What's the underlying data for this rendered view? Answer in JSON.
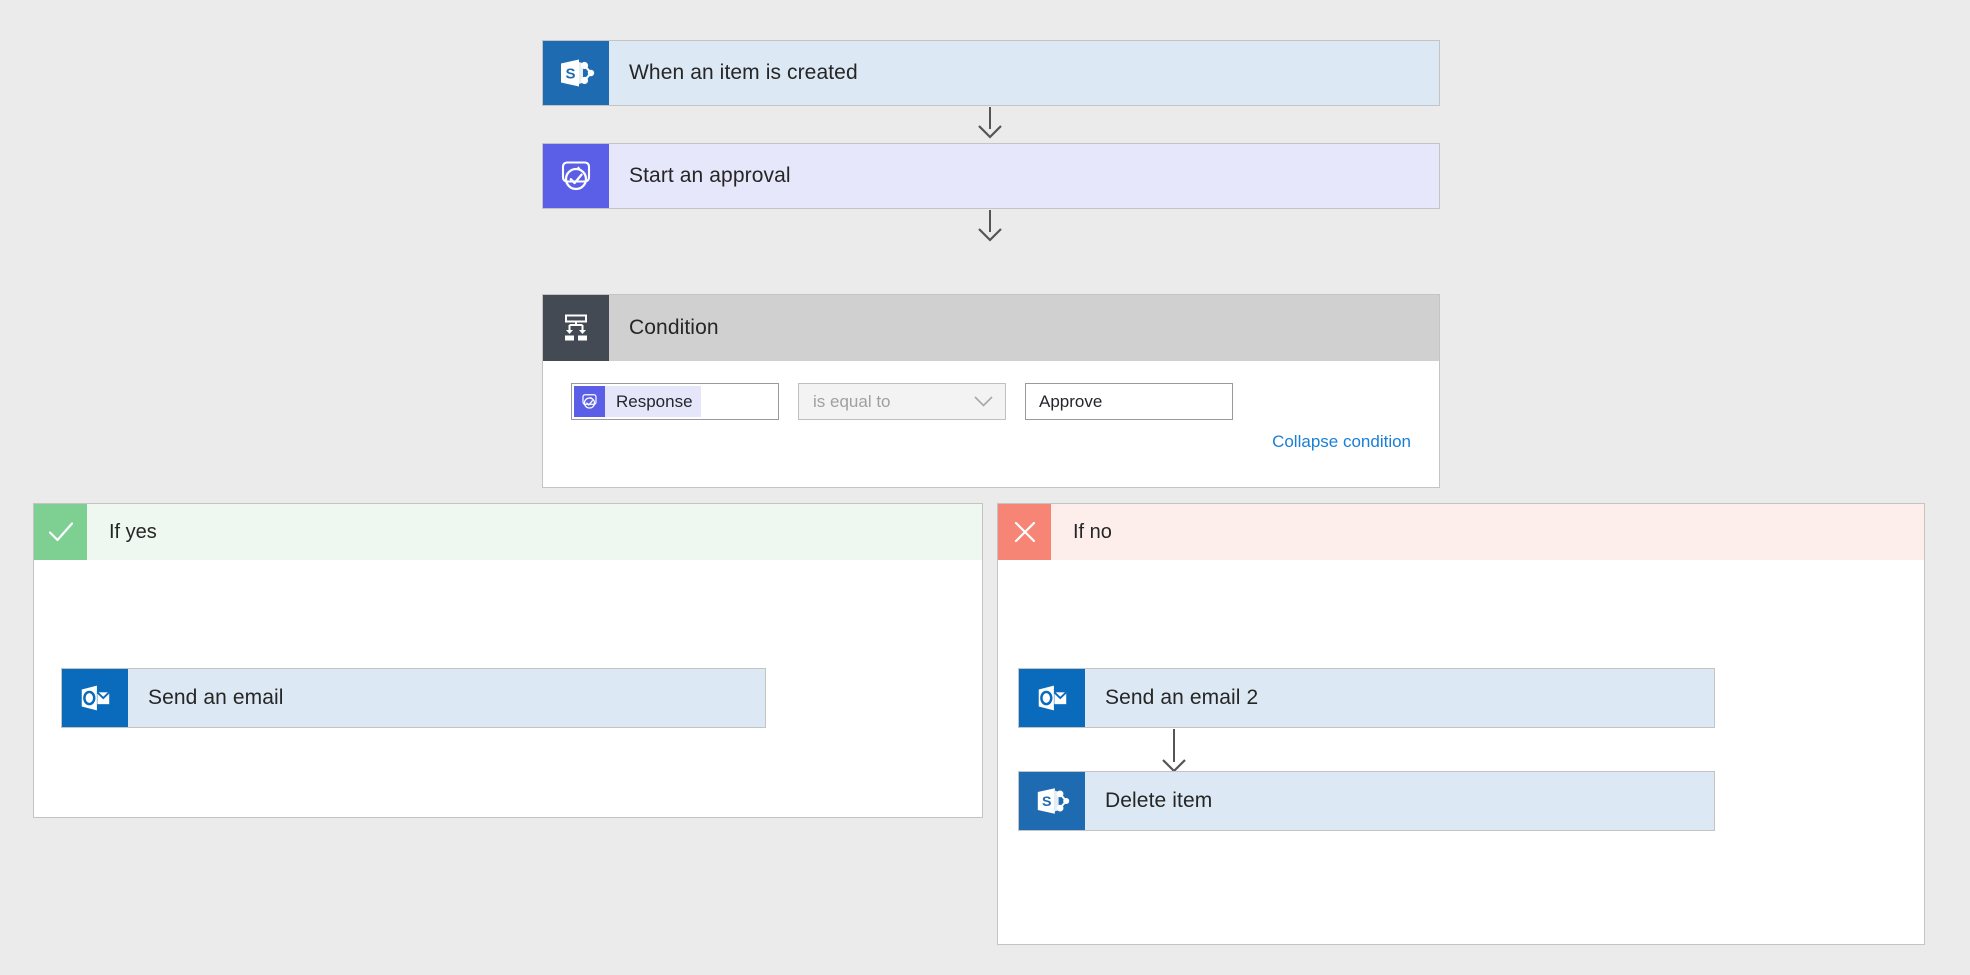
{
  "canvas": {
    "background": "#ebebeb",
    "accent_link": "#1a7fd4"
  },
  "flow": {
    "trigger": {
      "label": "When an item is created",
      "icon": "sharepoint-icon",
      "connector": "arrow-down-icon"
    },
    "approval": {
      "label": "Start an approval",
      "icon": "approvals-icon",
      "connector": "arrow-down-icon"
    },
    "condition": {
      "label": "Condition",
      "icon": "condition-branch-icon",
      "left_operand": {
        "token_label": "Response",
        "token_icon": "approvals-icon"
      },
      "operator": {
        "value": "is equal to",
        "chevron": "chevron-down-icon"
      },
      "right_operand": {
        "value": "Approve"
      },
      "collapse_link": "Collapse condition"
    },
    "branches": [
      {
        "id": "yes",
        "label": "If yes",
        "icon": "checkmark-icon",
        "header_bg": "#eef7f0",
        "icon_bg": "#7ed092",
        "actions": [
          {
            "label": "Send an email",
            "icon": "outlook-icon",
            "connector": null
          }
        ]
      },
      {
        "id": "no",
        "label": "If no",
        "icon": "close-x-icon",
        "header_bg": "#fdeeec",
        "icon_bg": "#f78575",
        "actions": [
          {
            "label": "Send an email 2",
            "icon": "outlook-icon",
            "connector": "arrow-down-icon"
          },
          {
            "label": "Delete item",
            "icon": "sharepoint-icon",
            "connector": null
          }
        ]
      }
    ]
  }
}
